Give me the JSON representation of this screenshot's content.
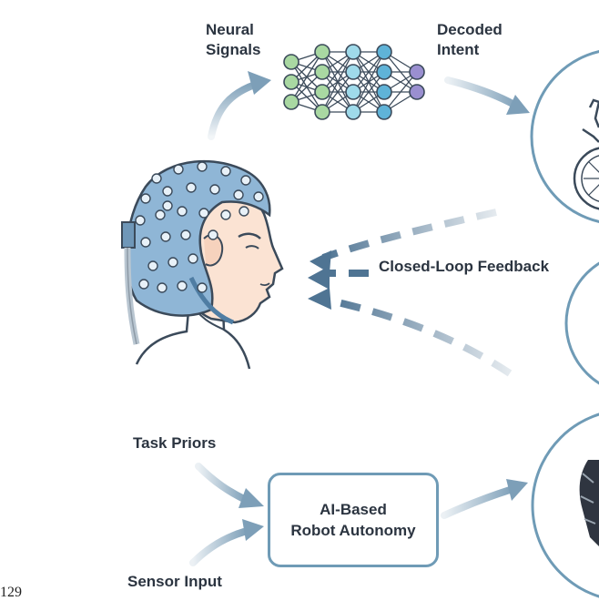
{
  "labels": {
    "neural_signals": [
      "Neural",
      "Signals"
    ],
    "decoded_intent": [
      "Decoded",
      "Intent"
    ],
    "closed_loop": "Closed-Loop Feedback",
    "task_priors": "Task Priors",
    "sensor_input": "Sensor Input",
    "autonomy": [
      "AI-Based",
      "Robot Autonomy"
    ]
  },
  "page_number": "129",
  "colors": {
    "text": "#2b3440",
    "cap_blue": "#8fb6d6",
    "cap_dark": "#4f7da3",
    "skin": "#fbe3d3",
    "outline": "#3b4a5a",
    "arrow": "#7d9fb8",
    "node_green": "#a9d8a2",
    "node_cyan": "#9fdaea",
    "node_blue": "#5fb3d8",
    "node_purple": "#9a8fd0"
  },
  "network": {
    "layers": [
      3,
      4,
      4,
      4,
      2
    ],
    "layer_colors": [
      "node_green",
      "node_green",
      "node_cyan",
      "node_blue",
      "node_purple"
    ]
  }
}
